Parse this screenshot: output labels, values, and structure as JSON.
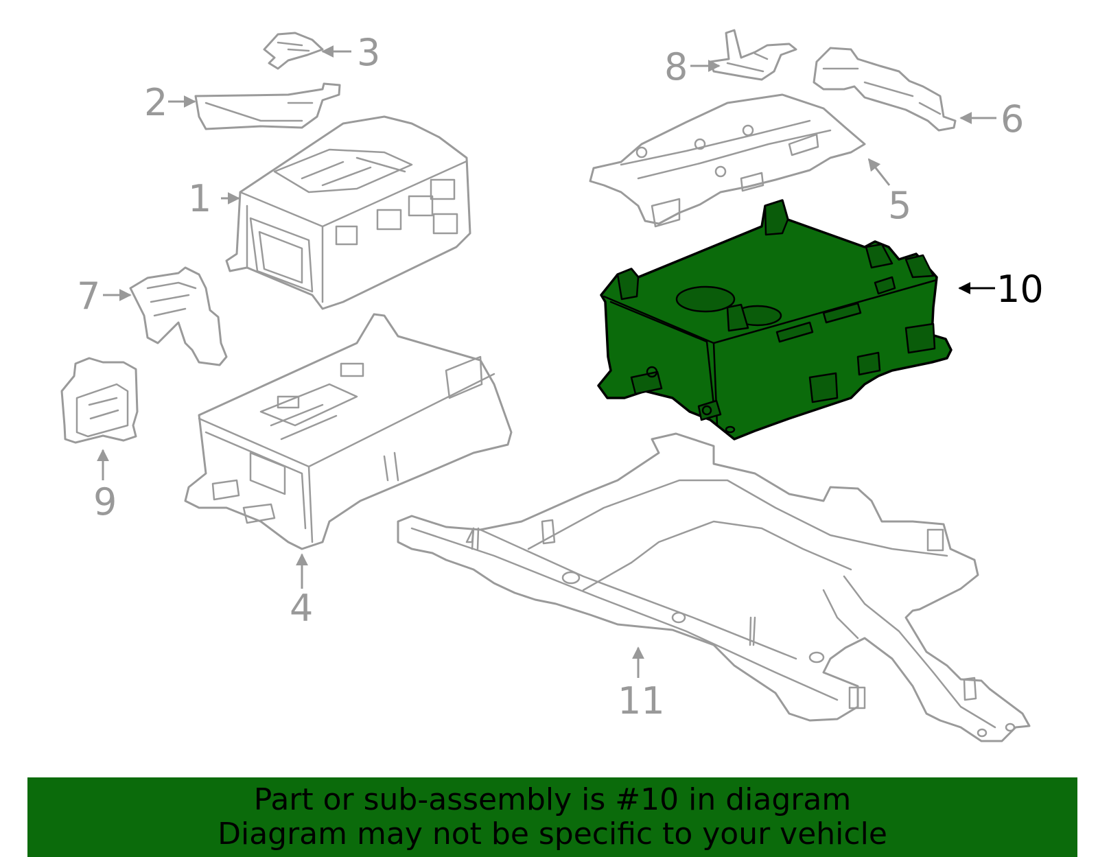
{
  "diagram": {
    "highlighted_part": "10",
    "highlight_color": "#0b6b0b",
    "outline_color": "#9a9a9a",
    "callouts": [
      "1",
      "2",
      "3",
      "4",
      "5",
      "6",
      "7",
      "8",
      "9",
      "10",
      "11"
    ]
  },
  "banner": {
    "line1": "Part or sub-assembly is #10 in diagram",
    "line2": "Diagram may not be specific to your vehicle",
    "background": "#0b6b0b"
  }
}
